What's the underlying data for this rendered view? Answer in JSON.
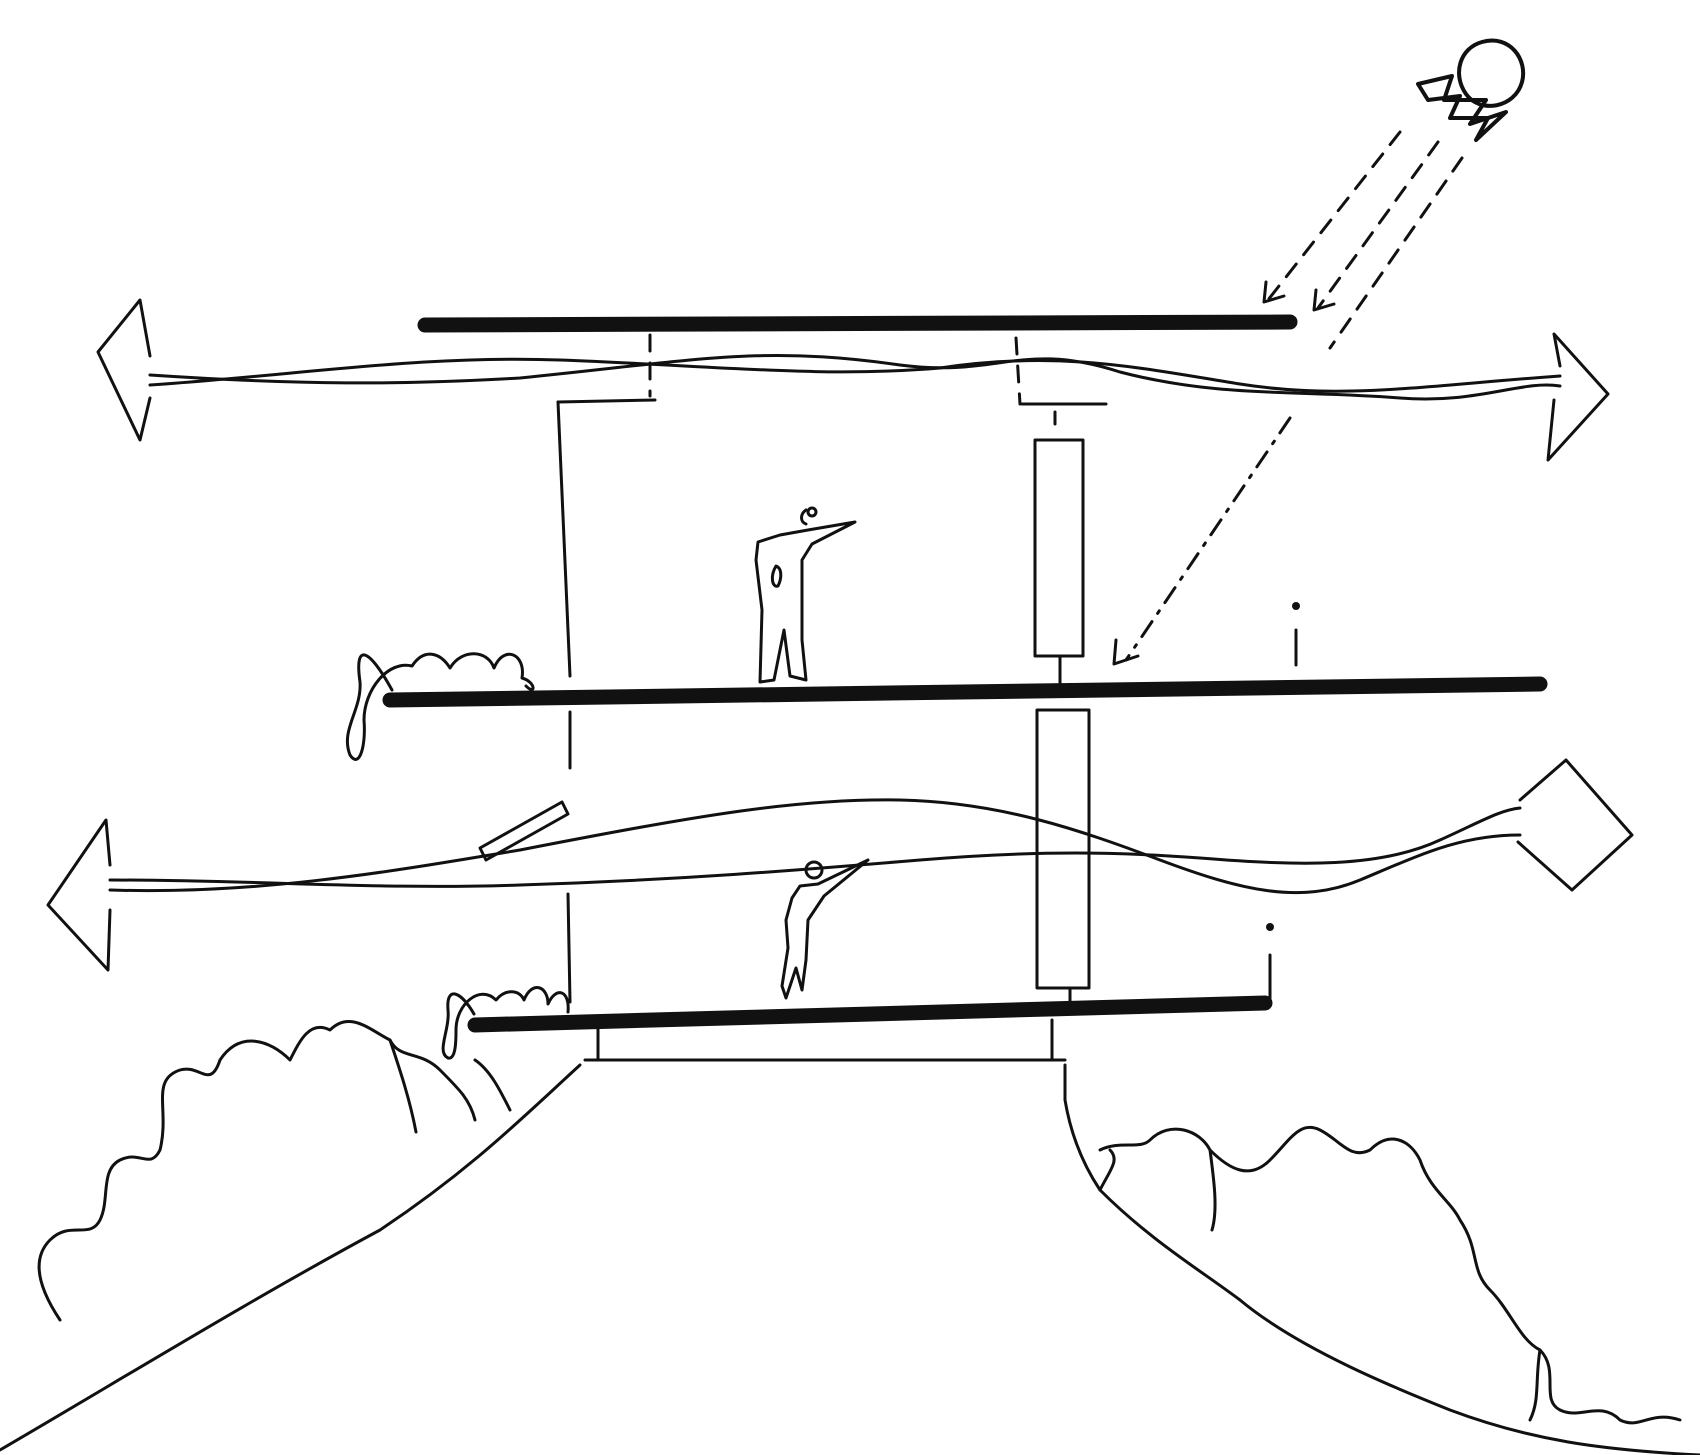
{
  "diagram": {
    "type": "architectural section sketch",
    "colors": {
      "ink": "#111111",
      "paper": "#ffffff"
    },
    "elements": {
      "sun": "sun-icon",
      "sunlight": "dashed-arrows",
      "airflow": "double-headed-wavy-arrows",
      "people": "person-icon",
      "vegetation": "shrub-outlines",
      "terrain": "hill-outline"
    },
    "levels": 3
  }
}
